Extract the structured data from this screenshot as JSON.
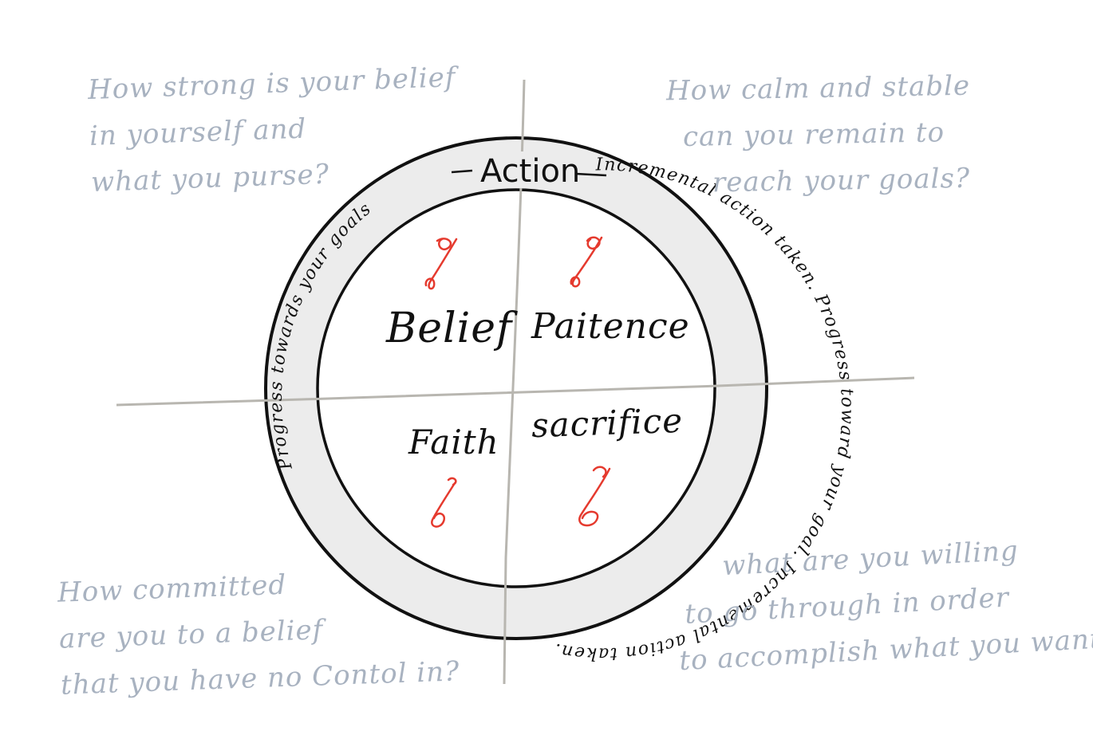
{
  "action_label": "Action",
  "ring_text_left": "Progress towards your goals",
  "ring_text_right": "Incremental action taken. Progress toward your goal. Incremental action taken.",
  "quadrants": {
    "belief": "Belief",
    "paitence": "Paitence",
    "faith": "Faith",
    "sacrifice": "sacrifice"
  },
  "questions": {
    "top_left": [
      "How strong is your belief",
      "in yourself and",
      "what you purse?"
    ],
    "top_right": [
      "How calm and stable",
      "can you remain to",
      "reach your goals?"
    ],
    "bottom_left": [
      "How committed",
      "are you to a belief",
      "that you have no Contol in?"
    ],
    "bottom_right": [
      "what are you willing",
      "to go through in order",
      "to accomplish what you want?"
    ]
  },
  "colors": {
    "question_text": "#a8b2c0",
    "axis": "#b8b6b0",
    "ring_fill": "#ececec",
    "ink": "#111111",
    "accent": "#e53a2e"
  }
}
